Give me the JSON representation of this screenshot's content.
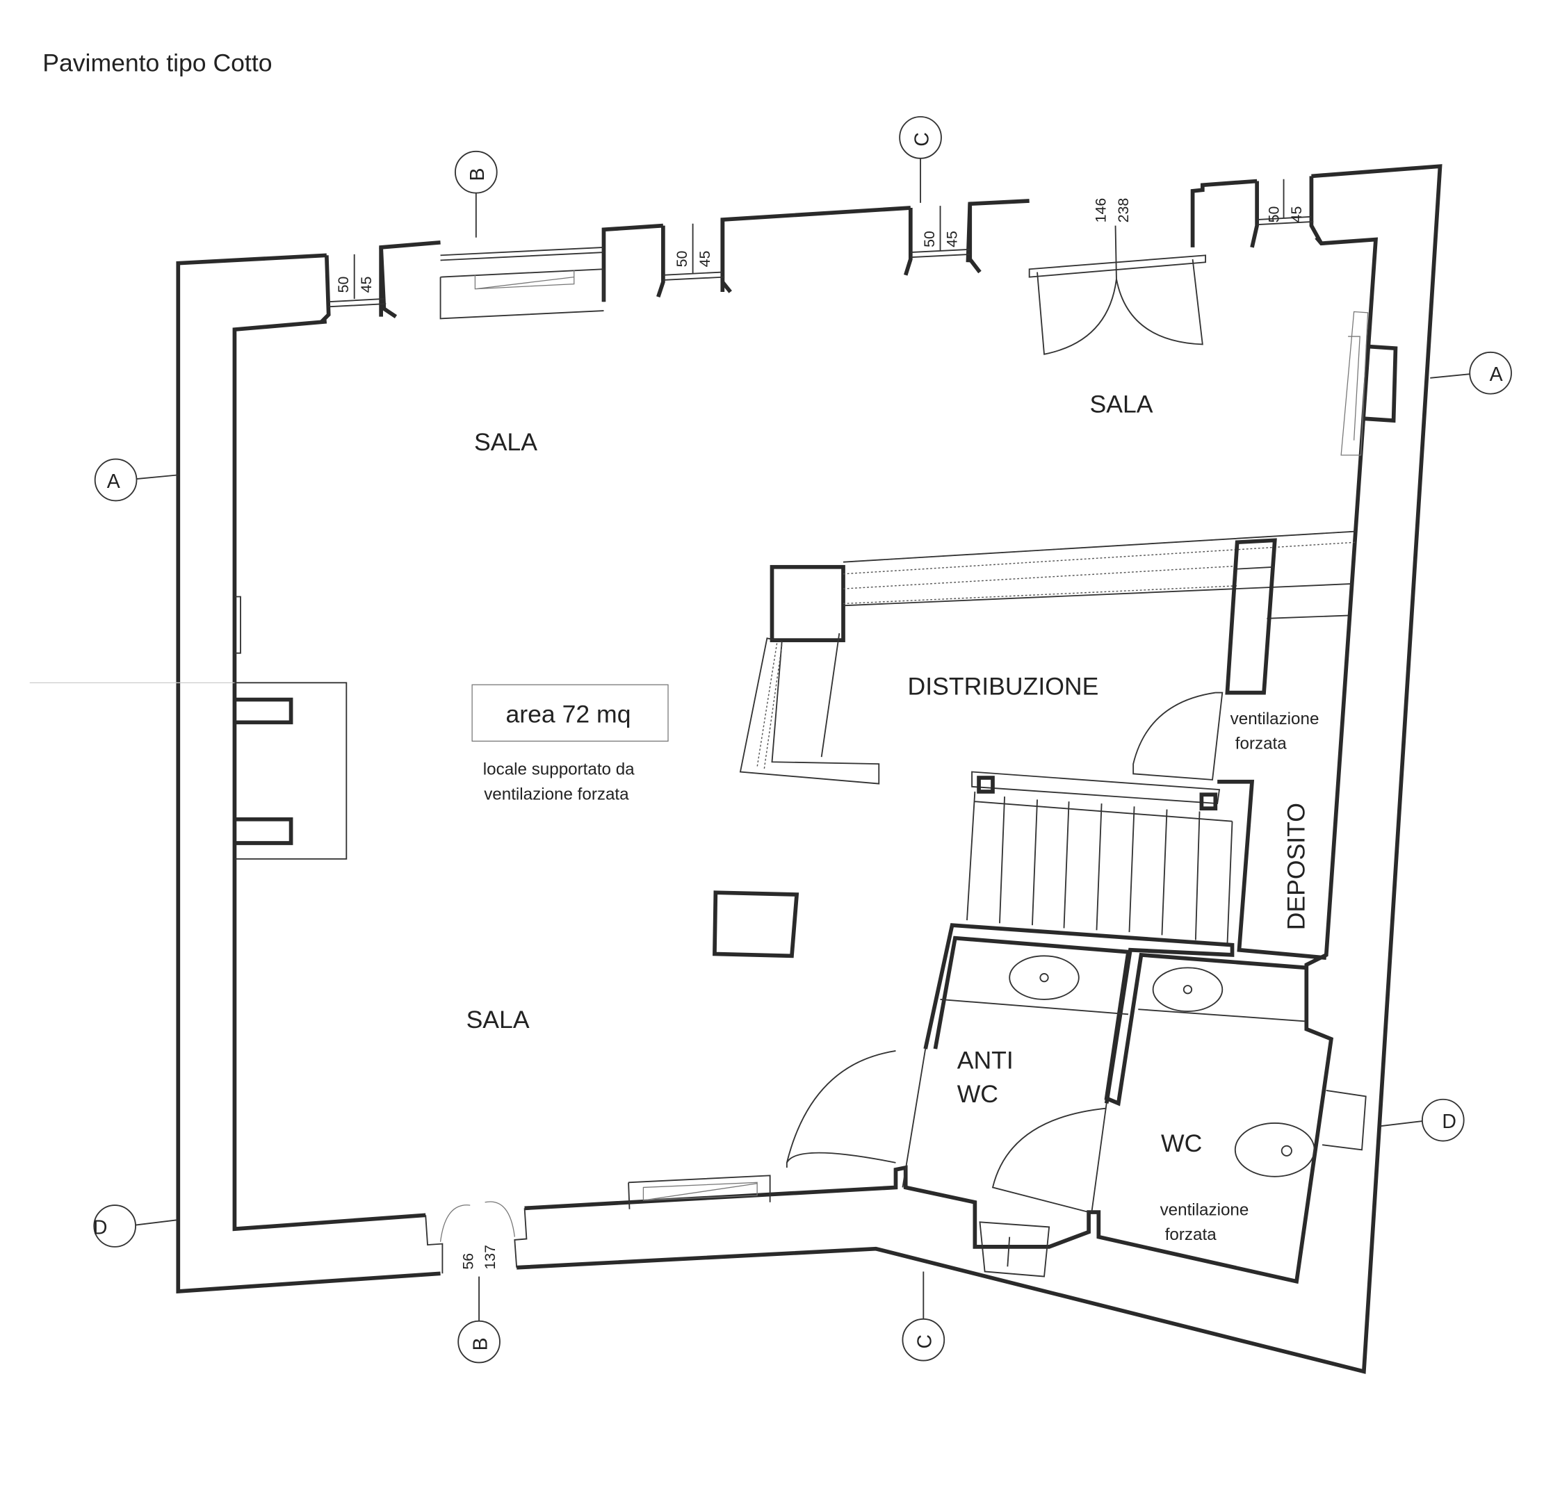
{
  "title": "Pavimento tipo Cotto",
  "rooms": {
    "sala_top_left": "SALA",
    "sala_top_right": "SALA",
    "sala_bottom": "SALA",
    "distribuzione": "DISTRIBUZIONE",
    "deposito": "DEPOSITO",
    "anti_wc_1": "ANTI",
    "anti_wc_2": "WC",
    "wc": "WC"
  },
  "area_box": "area 72 mq",
  "notes": {
    "sala_line1": "locale supportato da",
    "sala_line2": "ventilazione  forzata",
    "dist_line1": "ventilazione",
    "dist_line2": "forzata",
    "wc_line1": "ventilazione",
    "wc_line2": "forzata"
  },
  "openings": {
    "w1": [
      "50",
      "45"
    ],
    "w2": [
      "50",
      "45"
    ],
    "w3": [
      "50",
      "45"
    ],
    "w4": [
      "50",
      "45"
    ],
    "main_door": [
      "146",
      "238"
    ],
    "bottom_door": [
      "56",
      "137"
    ]
  },
  "section_markers": {
    "A": "A",
    "B": "B",
    "C": "C",
    "D": "D"
  }
}
